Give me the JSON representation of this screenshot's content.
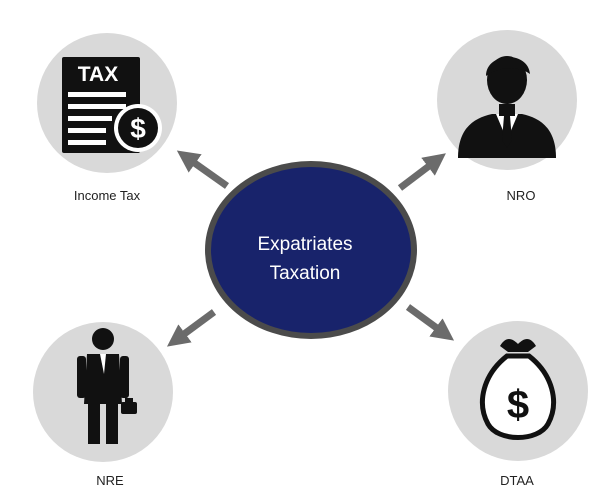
{
  "center": {
    "line1": "Expatriates",
    "line2": "Taxation"
  },
  "nodes": [
    {
      "id": "income-tax",
      "label": "Income Tax",
      "icon": "tax-document-icon",
      "badge_text": "TAX",
      "symbol": "$"
    },
    {
      "id": "nro",
      "label": "NRO",
      "icon": "businessman-icon"
    },
    {
      "id": "nre",
      "label": "NRE",
      "icon": "person-with-briefcase-icon"
    },
    {
      "id": "dtaa",
      "label": "DTAA",
      "icon": "money-bag-icon",
      "symbol": "$"
    }
  ],
  "colors": {
    "center_fill": "#18236b",
    "center_border": "#4b4b4b",
    "icon_circle": "#d9d9d9",
    "arrow": "#6b6b6b",
    "icon": "#111111"
  }
}
